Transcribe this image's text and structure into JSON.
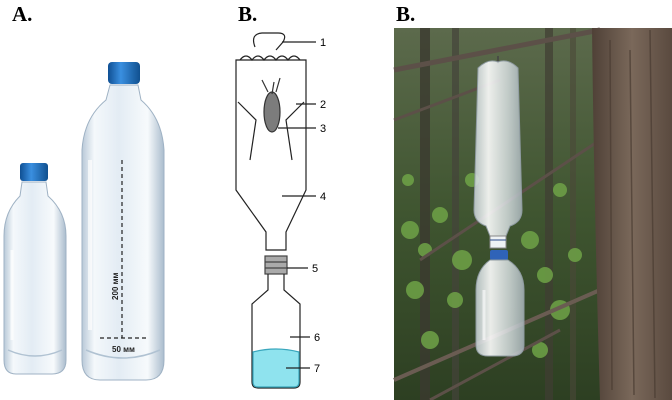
{
  "panels": [
    {
      "letter": "A."
    },
    {
      "letter": "B."
    },
    {
      "letter": "B."
    }
  ],
  "panel_a": {
    "height_label": "200 мм",
    "width_label": "50 мм",
    "cap_color": "#1f74c4",
    "liquid_color": "#dfe9f2"
  },
  "panel_b_diagram": {
    "callouts": [
      "1",
      "2",
      "3",
      "4",
      "5",
      "6",
      "7"
    ],
    "liquid_color": "#8fe3ee"
  },
  "panel_b_photo": {
    "bark_color": "#6a584c",
    "foliage_color": "#5a8a3a"
  }
}
